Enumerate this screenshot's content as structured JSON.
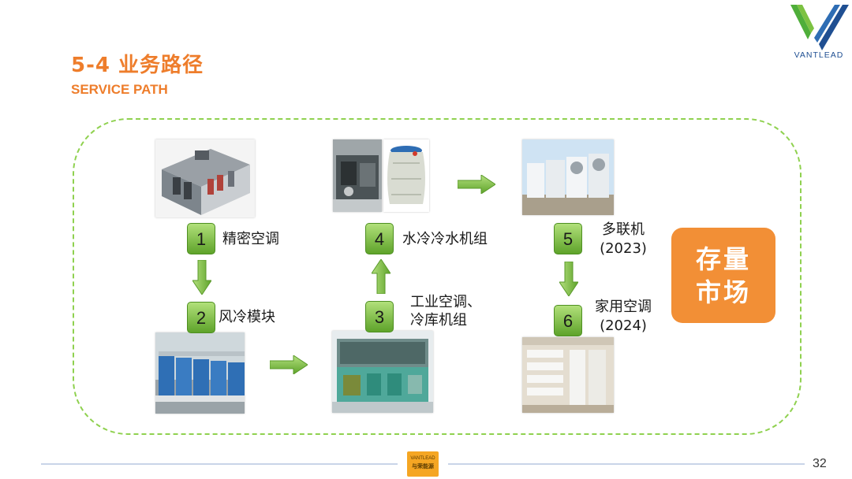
{
  "header": {
    "title": "5-4  业务路径",
    "subtitle": "SERVICE PATH"
  },
  "logo": {
    "text": "VANTLEAD",
    "icon": "vantlead-v-logo"
  },
  "steps": [
    {
      "number": "1",
      "label": "精密空调"
    },
    {
      "number": "2",
      "label": "风冷模块"
    },
    {
      "number": "3",
      "label_line1": "工业空调、",
      "label_line2": "冷库机组"
    },
    {
      "number": "4",
      "label": "水冷冷水机组"
    },
    {
      "number": "5",
      "label_line1": "多联机",
      "label_line2": "(2023)"
    },
    {
      "number": "6",
      "label_line1": "家用空调",
      "label_line2": "(2024)"
    }
  ],
  "market": {
    "line1": "存量",
    "line2": "市场"
  },
  "footer": {
    "logo_text_en": "VANTLEAD",
    "logo_text_cn": "与荣能源",
    "page_number": "32"
  },
  "colors": {
    "accent": "#ee7d2b",
    "market_box": "#f28f36",
    "badge_green": "#6cb33a",
    "frame_dash": "#8fd14f",
    "brand_blue": "#1f4f92"
  }
}
